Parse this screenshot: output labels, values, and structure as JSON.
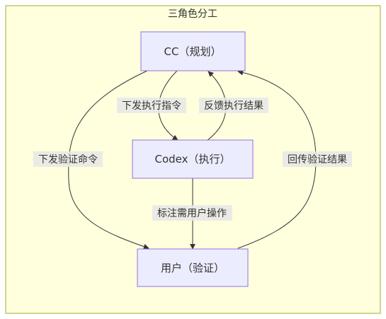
{
  "diagram": {
    "title": "三角色分工",
    "nodes": {
      "cc": {
        "label": "CC（规划）"
      },
      "codex": {
        "label": "Codex（执行）"
      },
      "user": {
        "label": "用户（验证）"
      }
    },
    "edges": {
      "dispatch_instruction": {
        "label": "下发执行指令"
      },
      "feedback_result": {
        "label": "反馈执行结果"
      },
      "dispatch_verify": {
        "label": "下发验证命令"
      },
      "return_verify": {
        "label": "回传验证结果"
      },
      "mark_user_action": {
        "label": "标注需用户操作"
      }
    },
    "colors": {
      "cluster_fill": "#ffffde",
      "cluster_stroke": "#aaaa33",
      "node_fill": "#ececff",
      "node_stroke": "#9370db",
      "edge": "#333333",
      "text": "#333333"
    }
  }
}
